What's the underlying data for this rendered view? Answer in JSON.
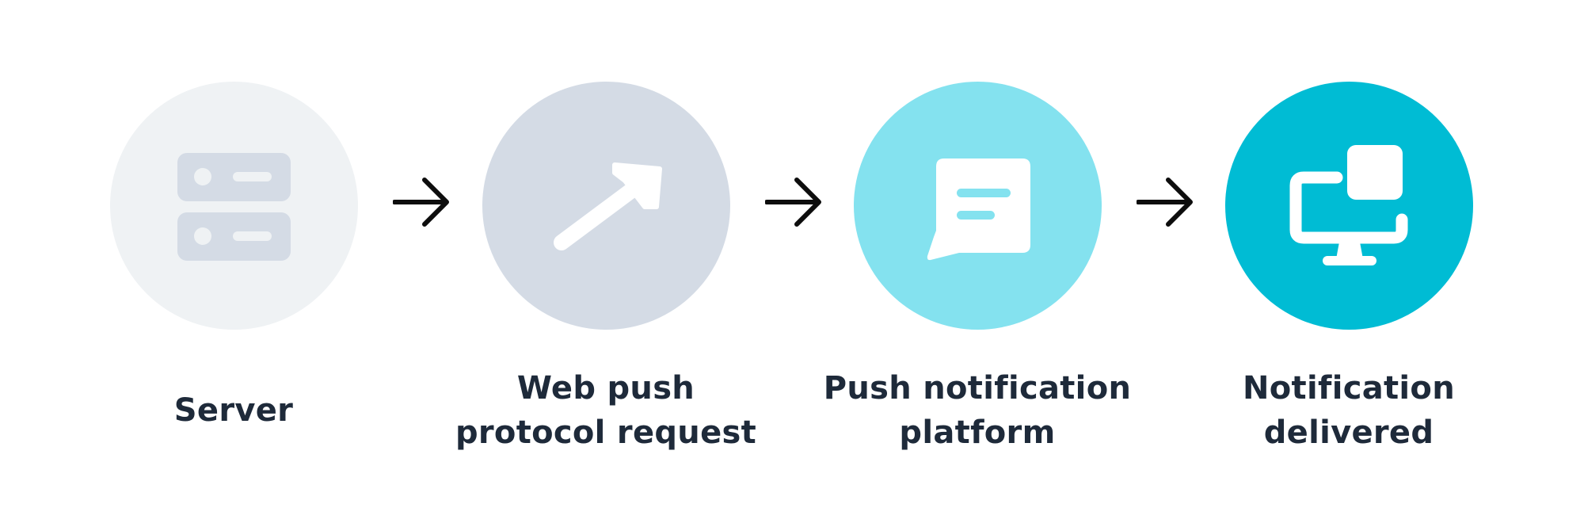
{
  "steps": [
    {
      "label_lines": [
        "Server"
      ],
      "icon": "server-icon",
      "circle_color": "#eff2f4",
      "icon_color": "#d4dbe5"
    },
    {
      "label_lines": [
        "Web push",
        "protocol request"
      ],
      "icon": "arrow-up-right-icon",
      "circle_color": "#d4dbe5",
      "icon_color": "#ffffff"
    },
    {
      "label_lines": [
        "Push notification",
        "platform"
      ],
      "icon": "chat-bubble-icon",
      "circle_color": "#84e2ef",
      "icon_color": "#ffffff",
      "icon_accent": "#84e2ef"
    },
    {
      "label_lines": [
        "Notification",
        "delivered"
      ],
      "icon": "desktop-notification-icon",
      "circle_color": "#00bcd4",
      "icon_color": "#ffffff"
    }
  ],
  "connectors": [
    "right-arrow",
    "right-arrow",
    "right-arrow"
  ],
  "colors": {
    "text": "#1e2a3a",
    "arrow": "#0d0d0d",
    "background": "#ffffff"
  }
}
